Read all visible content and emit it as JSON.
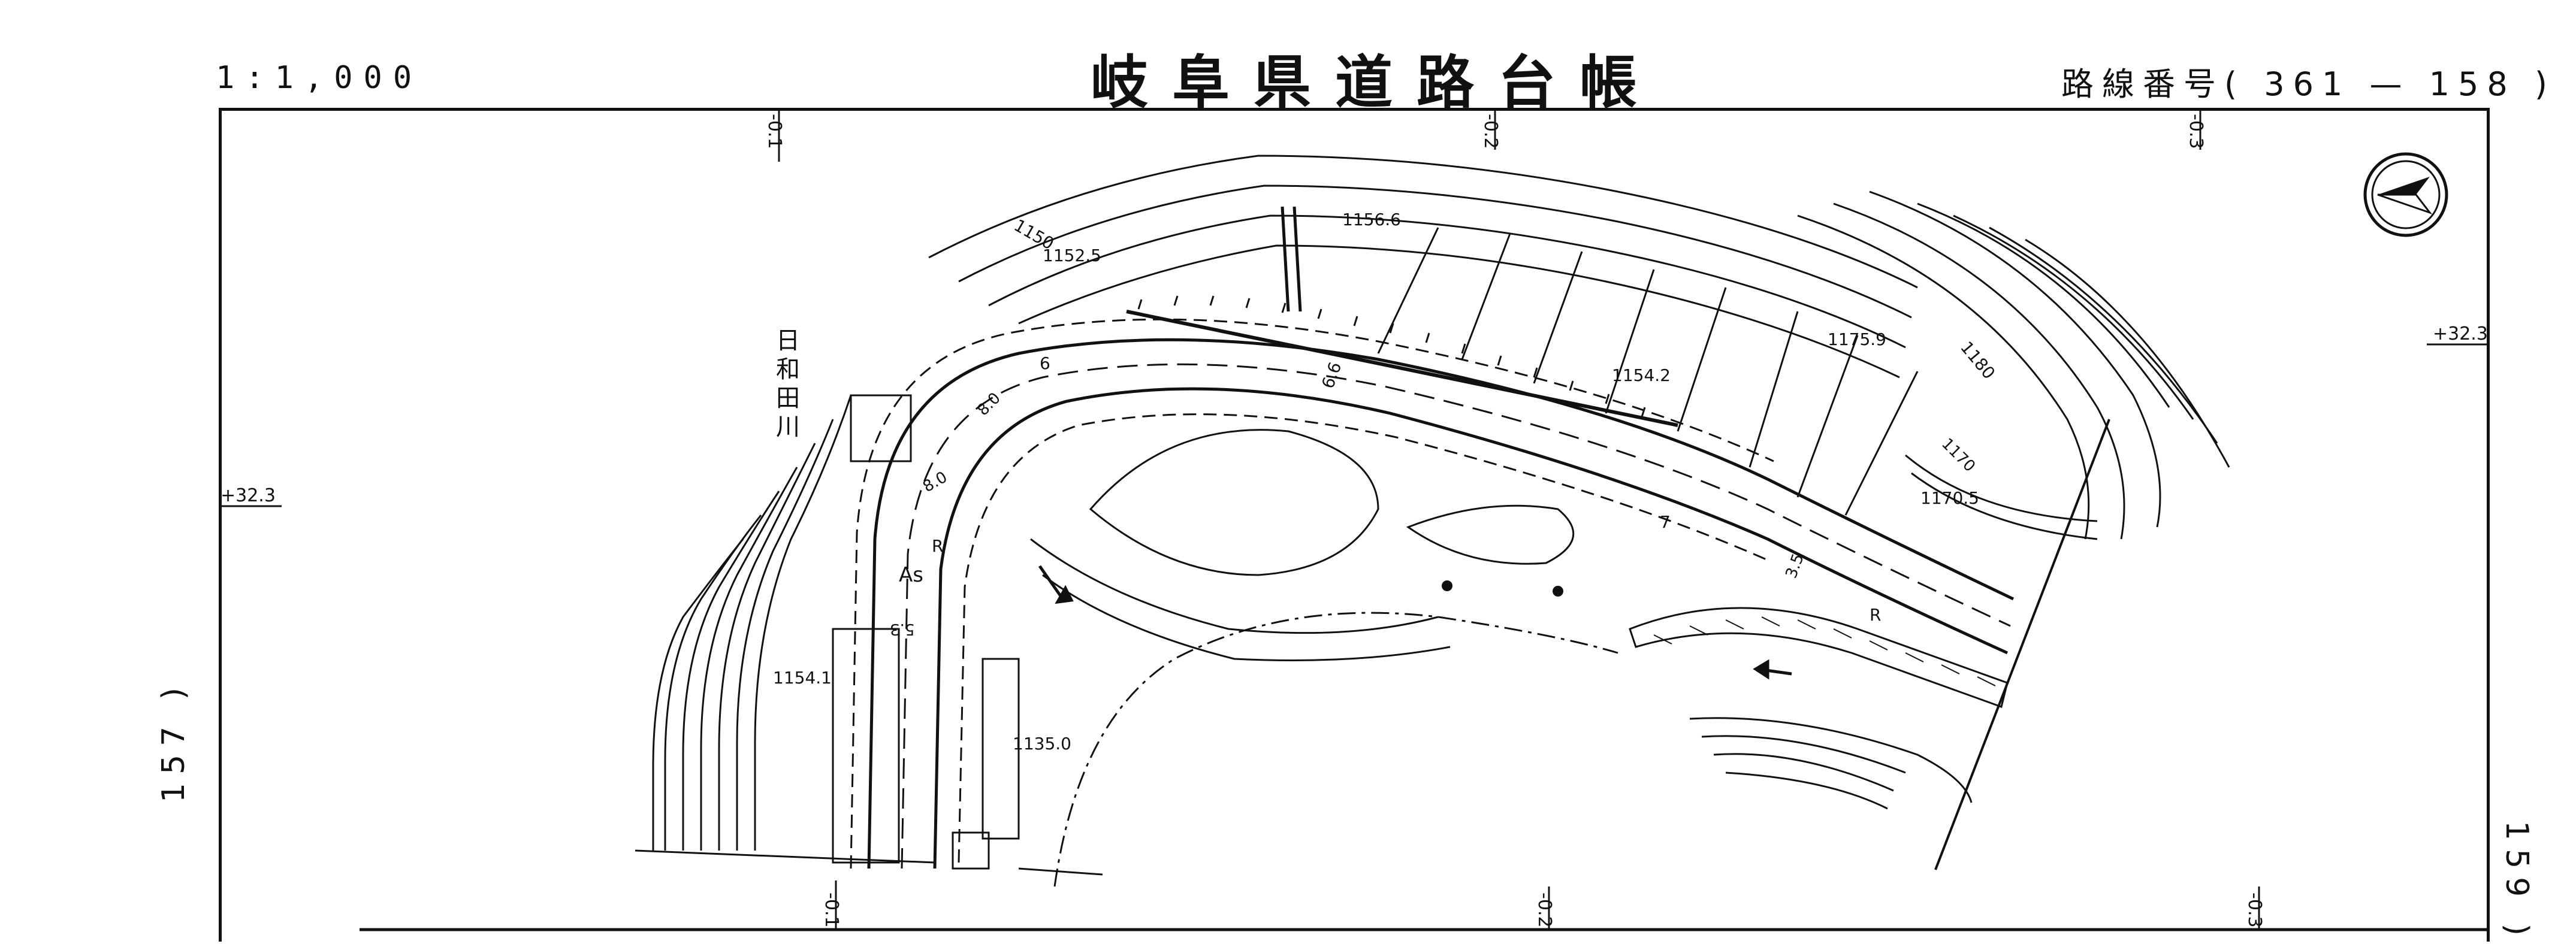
{
  "header": {
    "scale": "1:1,000",
    "title": "岐阜県道路台帳",
    "route_number": "路線番号( 361 — 158 )"
  },
  "side_labels": {
    "left": "157 )",
    "right": "159 )"
  },
  "map": {
    "stations_top": [
      "-0.1",
      "-0.2",
      "-0.3"
    ],
    "stations_bottom": [
      "-0.1",
      "-0.2",
      "-0.3"
    ],
    "offset_left": "+32.3",
    "offset_right": "+32.3",
    "river_name": "日和田川",
    "elevations": [
      "1156.6",
      "1152.5",
      "1154.2",
      "1175.9",
      "1170.5",
      "1154.1",
      "1135.0"
    ],
    "contour_labels": [
      "1150",
      "1180",
      "1170"
    ],
    "pavement_label": "As",
    "road_widths": [
      "6",
      "6.6",
      "8.0",
      "8.0",
      "7",
      "3.5",
      "5.3"
    ],
    "road_marks": [
      "R",
      "R"
    ]
  },
  "colors": {
    "ink": "#111111",
    "paper": "#ffffff"
  },
  "icons": [
    "north-arrow-icon",
    "flow-arrow-icon"
  ]
}
